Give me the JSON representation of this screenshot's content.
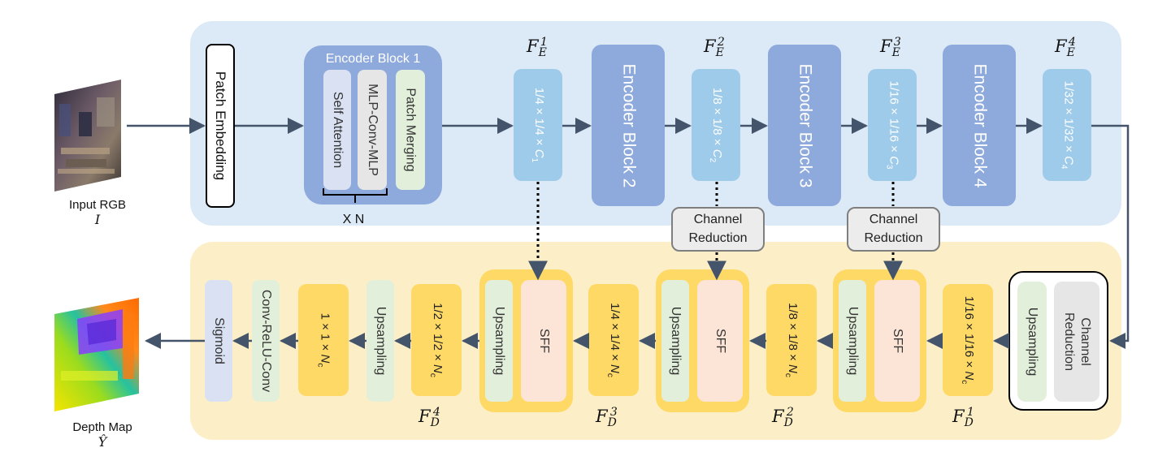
{
  "input": {
    "label": "Input RGB",
    "symbol": "I"
  },
  "output": {
    "label": "Depth Map",
    "symbol": "Ŷ"
  },
  "encoder": {
    "patch_embedding": "Patch Embedding",
    "block1": {
      "title": "Encoder Block 1",
      "self_attention": "Self Attention",
      "mlp": "MLP-Conv-MLP",
      "patch_merging": "Patch Merging",
      "repeat": "X N"
    },
    "block2": "Encoder Block 2",
    "block3": "Encoder Block 3",
    "block4": "Encoder Block 4",
    "features": [
      {
        "size_main": "1/4 × 1/4 × ",
        "size_var": "C",
        "size_sub": "1",
        "label": "F",
        "label_sub": "E",
        "label_sup": "1"
      },
      {
        "size_main": "1/8 × 1/8 × ",
        "size_var": "C",
        "size_sub": "2",
        "label": "F",
        "label_sub": "E",
        "label_sup": "2"
      },
      {
        "size_main": "1/16 × 1/16 × ",
        "size_var": "C",
        "size_sub": "3",
        "label": "F",
        "label_sub": "E",
        "label_sup": "3"
      },
      {
        "size_main": "1/32 × 1/32 × ",
        "size_var": "C",
        "size_sub": "4",
        "label": "F",
        "label_sub": "E",
        "label_sup": "4"
      }
    ]
  },
  "channel_reduction": {
    "line1": "Channel",
    "line2": "Reduction"
  },
  "decoder": {
    "head_upsampling": "Upsampling",
    "head_channel_reduction_1": "Channel",
    "head_channel_reduction_2": "Reduction",
    "upsampling": "Upsampling",
    "sff": "SFF",
    "sigmoid": "Sigmoid",
    "conv": "Conv-ReLU-Conv",
    "features": [
      {
        "size_main": "1/16 × 1/16 × ",
        "size_var": "N",
        "size_sub": "c",
        "label": "F",
        "label_sub": "D",
        "label_sup": "1"
      },
      {
        "size_main": "1/8 × 1/8 × ",
        "size_var": "N",
        "size_sub": "c",
        "label": "F",
        "label_sub": "D",
        "label_sup": "2"
      },
      {
        "size_main": "1/4 × 1/4 × ",
        "size_var": "N",
        "size_sub": "c",
        "label": "F",
        "label_sub": "D",
        "label_sup": "3"
      },
      {
        "size_main": "1/2 × 1/2 × ",
        "size_var": "N",
        "size_sub": "c",
        "label": "F",
        "label_sub": "D",
        "label_sup": "4"
      },
      {
        "size_main": "1 × 1 × ",
        "size_var": "N",
        "size_sub": "c"
      }
    ]
  },
  "colors": {
    "encoder_panel": "#dce9f6",
    "decoder_panel": "#fcefc8",
    "encoder_block": "#8ea9db",
    "encoder_feature": "#9fcbea",
    "decoder_feature": "#ffd966",
    "upsampling": "#e2efda",
    "sff": "#fce4d6",
    "arrow": "#44546a"
  }
}
